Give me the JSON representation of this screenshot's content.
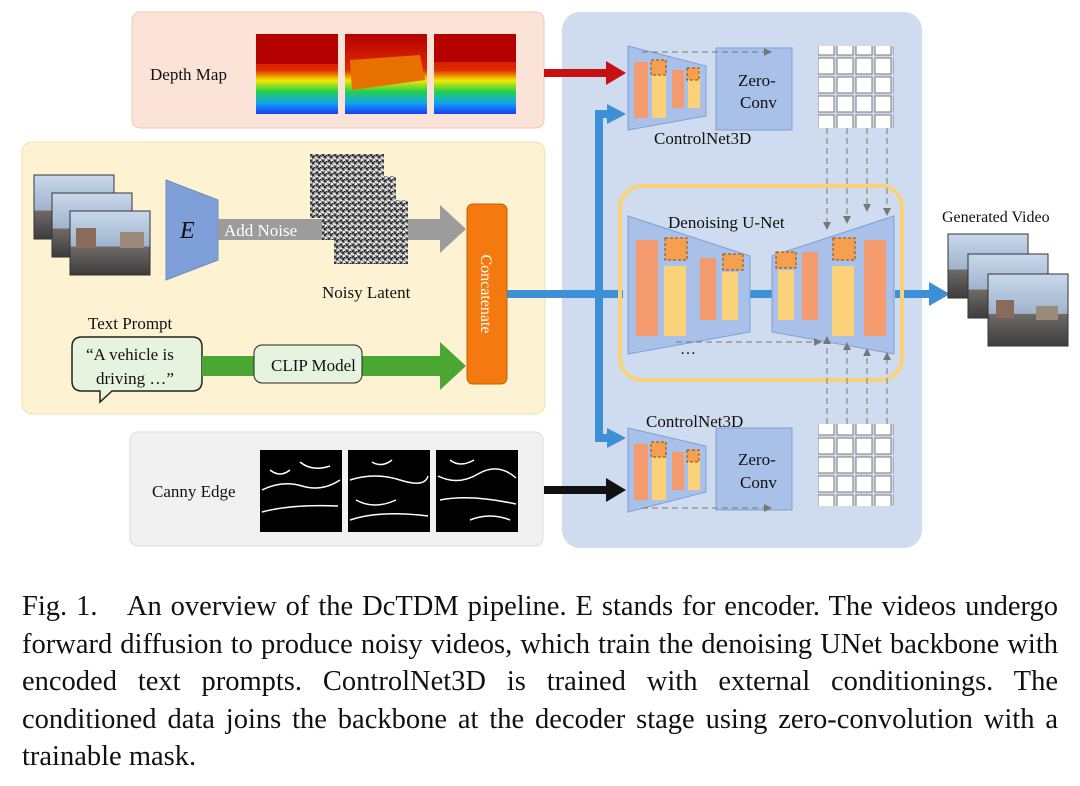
{
  "figure": {
    "depth_map_label": "Depth Map",
    "canny_edge_label": "Canny Edge",
    "encoder_label": "E",
    "add_noise_label": "Add Noise",
    "noisy_latent_label": "Noisy Latent",
    "text_prompt_label": "Text Prompt",
    "prompt_line1": "“A vehicle is",
    "prompt_line2": "driving …”",
    "clip_label": "CLIP Model",
    "concatenate_label": "Concatenate",
    "controlnet_top_label": "ControlNet3D",
    "controlnet_bottom_label": "ControlNet3D",
    "zero_conv_top_line1": "Zero-",
    "zero_conv_top_line2": "Conv",
    "zero_conv_bottom_line1": "Zero-",
    "zero_conv_bottom_line2": "Conv",
    "unet_label": "Denoising U-Net",
    "unet_ellipsis": "…",
    "generated_video_label": "Generated Video"
  },
  "colors": {
    "depth_panel": "#fbe3d8",
    "input_panel": "#fdf3d2",
    "canny_panel": "#f1f1f1",
    "backbone_panel": "#cfdcf0",
    "encoder": "#7f9fd8",
    "orange_block": "#f39a6e",
    "yellow_block": "#fbd27a",
    "concat": "#f47a10",
    "clip_green": "#4aa832",
    "prompt_bubble": "#e6f3df",
    "blue_arrow": "#3d8fd6",
    "red_arrow": "#c81010",
    "unet_highlight": "#f8d37a"
  },
  "caption": {
    "fig_label": "Fig. 1.",
    "text": "An overview of the DcTDM pipeline. E stands for encoder. The videos undergo forward diffusion to produce noisy videos, which train the denoising UNet backbone with encoded text prompts. ControlNet3D is trained with external conditionings. The conditioned data joins the backbone at the decoder stage using zero-convolution with a trainable mask."
  }
}
